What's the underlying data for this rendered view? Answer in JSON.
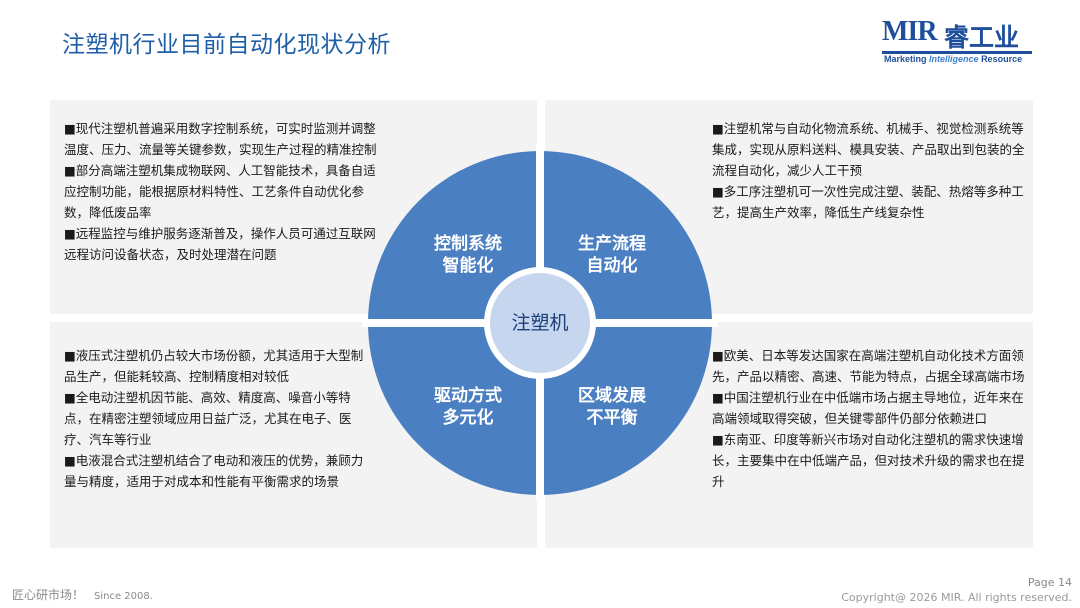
{
  "slide": {
    "title": "注塑机行业目前自动化现状分析",
    "logo": {
      "brand": "MIR",
      "brand_cn": "睿工业",
      "tagline_left": "Marketing",
      "tagline_mid": "Intelligence",
      "tagline_right": "Resource"
    }
  },
  "center": {
    "label": "注塑机"
  },
  "quadrants": {
    "tl": {
      "line1": "控制系统",
      "line2": "智能化"
    },
    "tr": {
      "line1": "生产流程",
      "line2": "自动化"
    },
    "bl": {
      "line1": "驱动方式",
      "line2": "多元化"
    },
    "br": {
      "line1": "区域发展",
      "line2": "不平衡"
    }
  },
  "panels": {
    "tl": [
      "■现代注塑机普遍采用数字控制系统，可实时监测并调整温度、压力、流量等关键参数，实现生产过程的精准控制",
      "■部分高端注塑机集成物联网、人工智能技术，具备自适应控制功能，能根据原材料特性、工艺条件自动优化参数，降低废品率",
      "■远程监控与维护服务逐渐普及，操作人员可通过互联网远程访问设备状态，及时处理潜在问题"
    ],
    "tr": [
      "■注塑机常与自动化物流系统、机械手、视觉检测系统等集成，实现从原料送料、模具安装、产品取出到包装的全流程自动化，减少人工干预",
      "■多工序注塑机可一次性完成注塑、装配、热熔等多种工艺，提高生产效率，降低生产线复杂性"
    ],
    "bl": [
      "■液压式注塑机仍占较大市场份额，尤其适用于大型制品生产，但能耗较高、控制精度相对较低",
      "■全电动注塑机因节能、高效、精度高、噪音小等特点，在精密注塑领域应用日益广泛，尤其在电子、医疗、汽车等行业",
      "■电液混合式注塑机结合了电动和液压的优势，兼顾力量与精度，适用于对成本和性能有平衡需求的场景"
    ],
    "br": [
      "■欧美、日本等发达国家在高端注塑机自动化技术方面领先，产品以精密、高速、节能为特点，占据全球高端市场",
      "■中国注塑机行业在中低端市场占据主导地位，近年来在高端领域取得突破，但关键零部件仍部分依赖进口",
      "■东南亚、印度等新兴市场对自动化注塑机的需求快速增长，主要集中在中低端产品，但对技术升级的需求也在提升"
    ]
  },
  "footer": {
    "slogan": "匠心研市场！",
    "since": "Since 2008.",
    "page": "Page 14",
    "copyright": "Copyright@ 2026 MIR. All rights reserved."
  },
  "colors": {
    "quadrant_fill": "#4a7fc1",
    "center_fill": "#c5d6ee",
    "title": "#1f5ea8"
  }
}
